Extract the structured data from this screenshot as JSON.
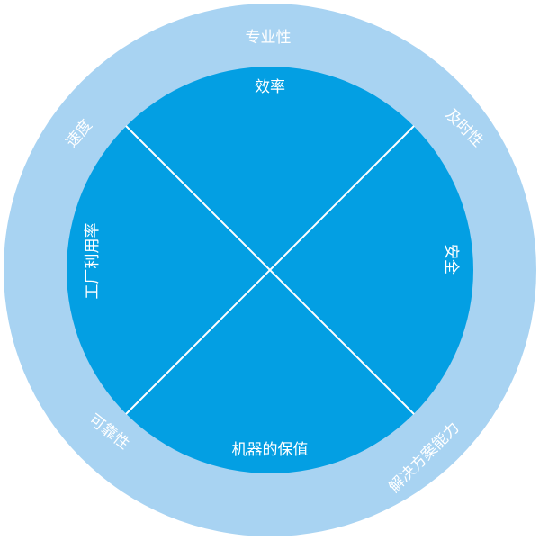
{
  "diagram": {
    "inner_labels": {
      "top": "效率",
      "right": "安全",
      "bottom": "机器的保值",
      "left": "工厂利用率"
    },
    "outer_labels": {
      "top": "专业性",
      "top_right": "及时性",
      "top_left": "速度",
      "bottom_left": "可靠性",
      "bottom_right": "解决方案能力"
    },
    "colors": {
      "outer_ring": "#a8d3f2",
      "inner_circle": "#039fe3",
      "divider": "#ffffff",
      "text": "#ffffff"
    }
  }
}
